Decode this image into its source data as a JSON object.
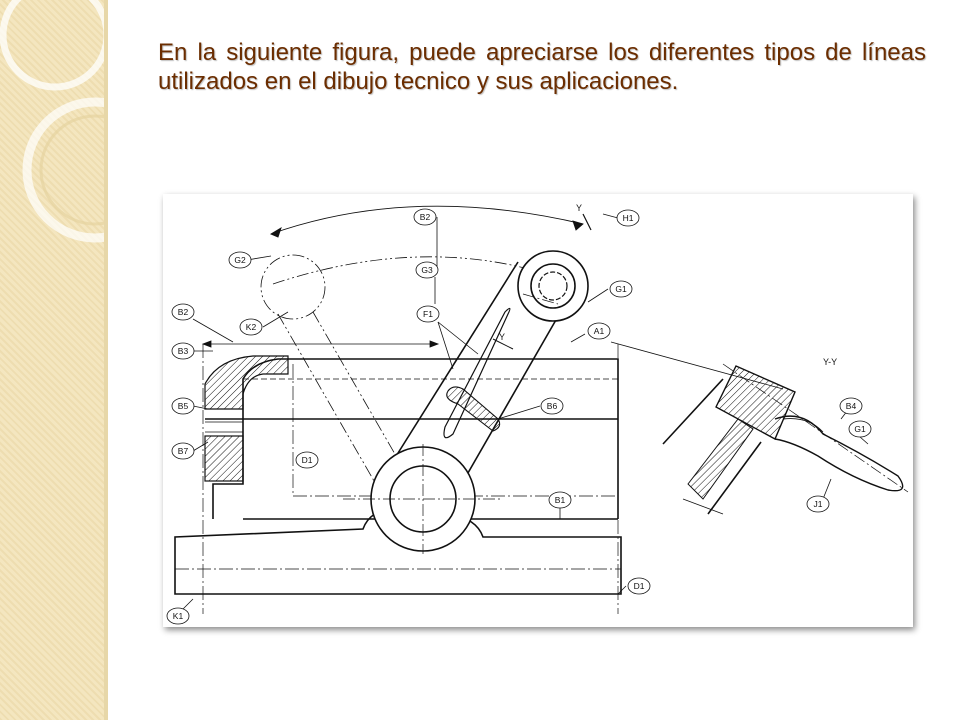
{
  "slide": {
    "title": "En la siguiente figura, puede apreciarse los diferentes tipos de líneas utilizados en el dibujo tecnico y sus aplicaciones.",
    "accent_color": "#6b2d00",
    "band_color": "#f4e6bf"
  },
  "figure": {
    "labels": {
      "b2_top": "B2",
      "h1": "H1",
      "g2": "G2",
      "g3": "G3",
      "g1_top": "G1",
      "b2_left": "B2",
      "k2": "K2",
      "f1": "F1",
      "a1": "A1",
      "b3": "B3",
      "b5": "B5",
      "b6": "B6",
      "b7": "B7",
      "d1_inner": "D1",
      "b1": "B1",
      "d1_outer": "D1",
      "k1": "K1",
      "b4": "B4",
      "g1_right": "G1",
      "j1": "J1"
    },
    "section_marks": {
      "y_top": "Y",
      "y_mid": "Y"
    },
    "section_title": "Y-Y"
  }
}
